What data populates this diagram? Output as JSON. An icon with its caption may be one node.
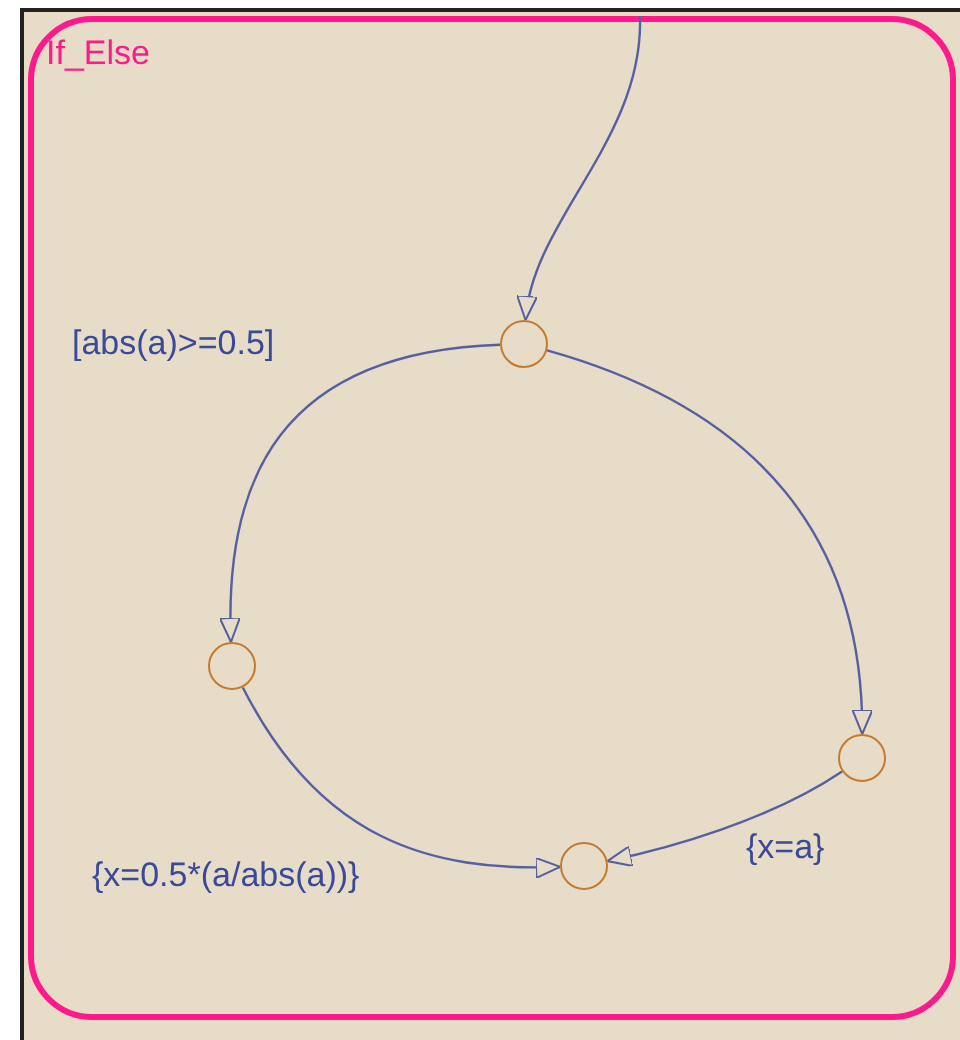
{
  "diagram": {
    "nodes": [
      {
        "text": [
          "If_Else"
        ]
      },
      {
        "text": [],
        "shape": "circle",
        "in": 0
      },
      {
        "text": [],
        "shape": "circle",
        "in": 0
      },
      {
        "text": [],
        "shape": "circle",
        "in": 0
      },
      {
        "text": [],
        "shape": "circle",
        "in": 0
      }
    ],
    "edges": [
      {
        "from": null,
        "to": 1,
        "arrow": "to"
      },
      {
        "from": 1,
        "to": 2,
        "arrow": "to",
        "label": "[abs(a)>=0.5]"
      },
      {
        "from": 1,
        "to": 3,
        "arrow": "to"
      },
      {
        "from": 2,
        "to": 4,
        "arrow": "to",
        "label": "{x=0.5*(a/abs(a))}"
      },
      {
        "from": 3,
        "to": 4,
        "arrow": "to",
        "label": "{x=a}"
      }
    ]
  }
}
